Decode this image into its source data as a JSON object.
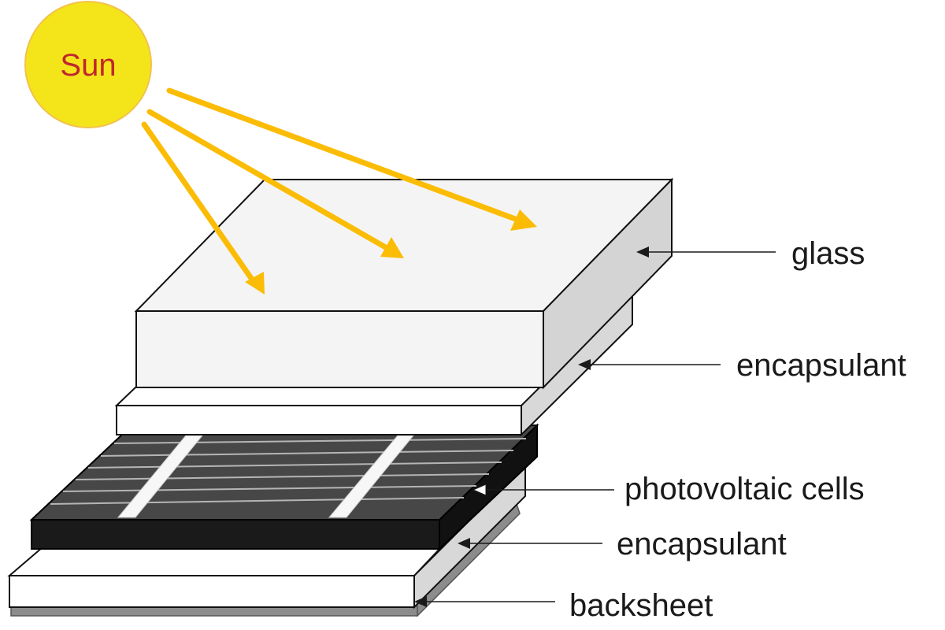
{
  "sun": {
    "label": "Sun"
  },
  "layers": [
    {
      "id": "glass",
      "label": "glass"
    },
    {
      "id": "encapsulant-top",
      "label": "encapsulant"
    },
    {
      "id": "photovoltaic-cells",
      "label": "photovoltaic cells"
    },
    {
      "id": "encapsulant-bottom",
      "label": "encapsulant"
    },
    {
      "id": "backsheet",
      "label": "backsheet"
    }
  ],
  "colors": {
    "sun_fill": "#f4e51b",
    "sun_stroke": "#f2c24a",
    "sun_text": "#c0272d",
    "ray": "#fbbc05",
    "glass_top": "#f4f4f4",
    "glass_side": "#d4d4d4",
    "encapsulant_front": "#ffffff",
    "encapsulant_side": "#d8d8d8",
    "cell_top": "#474747",
    "cell_front": "#1a1a1a",
    "cell_lines": "#b5b5b5",
    "busbar": "#f7f7f7",
    "backsheet": "#8c8c8c",
    "text": "#1a1a1a"
  }
}
